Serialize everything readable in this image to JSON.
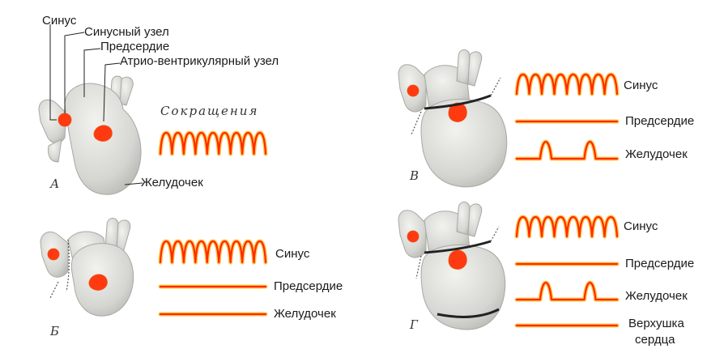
{
  "labels": {
    "sinus": "Синус",
    "sinus_node": "Синусный узел",
    "atrium": "Предсердие",
    "av_node": "Атрио-вентрикулярный узел",
    "contractions": "Сокращения",
    "ventricle": "Желудочек",
    "apex_line1": "Верхушка",
    "apex_line2": "сердца"
  },
  "panels": {
    "a": "А",
    "b": "Б",
    "v": "В",
    "g": "Г"
  },
  "colors": {
    "trace": "#ff2a00",
    "trace_glow": "#ffbe3a",
    "node": "#ff3a10",
    "heart": "#d9d9d6"
  }
}
